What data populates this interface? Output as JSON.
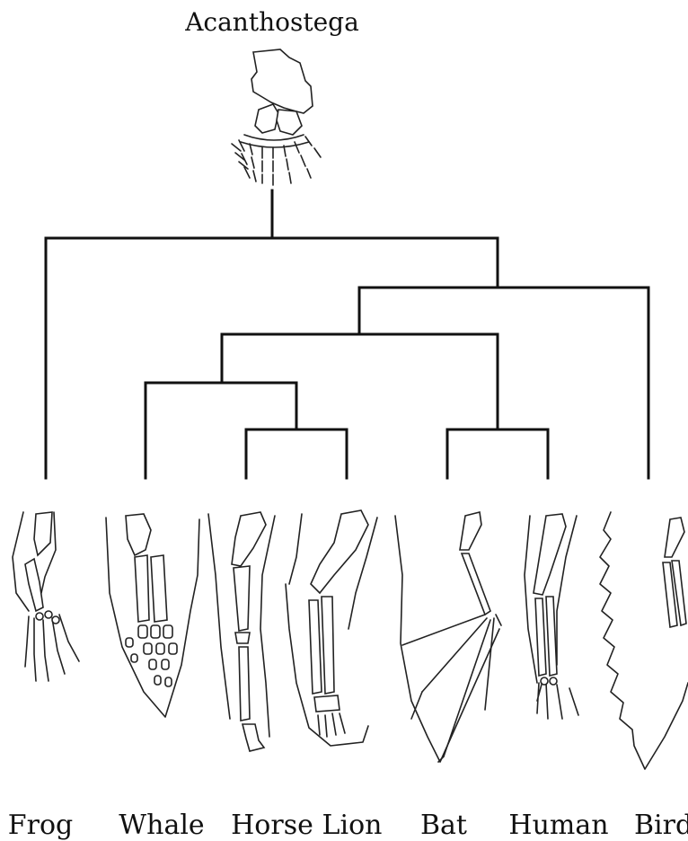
{
  "root": {
    "label": "Acanthostega",
    "illustration": "acanthostega-limb-illustration"
  },
  "taxa": [
    {
      "key": "frog",
      "label": "Frog",
      "illustration": "frog-forelimb"
    },
    {
      "key": "whale",
      "label": "Whale",
      "illustration": "whale-flipper"
    },
    {
      "key": "horse",
      "label": "Horse",
      "illustration": "horse-forelimb"
    },
    {
      "key": "lion",
      "label": "Lion",
      "illustration": "lion-forelimb"
    },
    {
      "key": "bat",
      "label": "Bat",
      "illustration": "bat-wing"
    },
    {
      "key": "human",
      "label": "Human",
      "illustration": "human-arm"
    },
    {
      "key": "bird",
      "label": "Bird",
      "illustration": "bird-wing"
    }
  ],
  "topology": "(Frog,(Bird,((Whale,(Horse,Lion)),(Bat,Human))))"
}
